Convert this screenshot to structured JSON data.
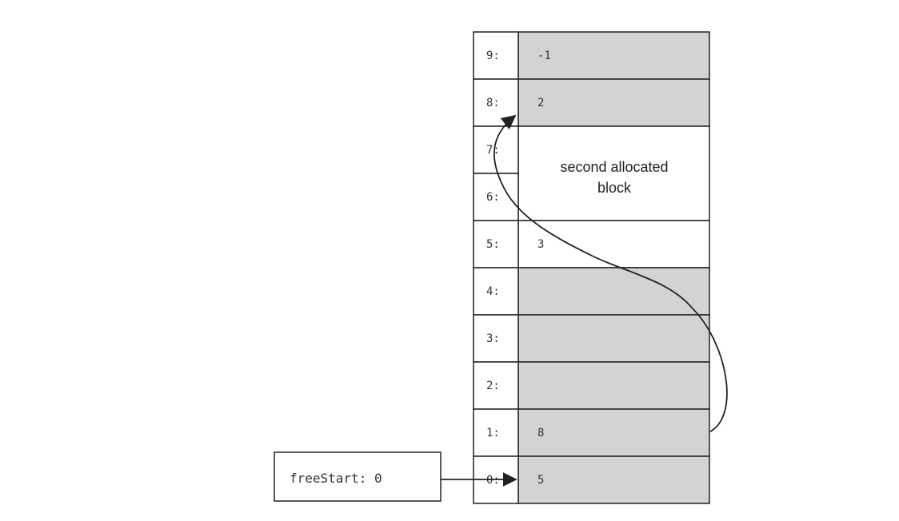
{
  "diagram": {
    "memory_rows": [
      {
        "index": "9:",
        "value": "-1",
        "shaded": true
      },
      {
        "index": "8:",
        "value": "2",
        "shaded": true
      },
      {
        "index": "7:",
        "value": "",
        "shaded": false
      },
      {
        "index": "6:",
        "value": "",
        "shaded": false
      },
      {
        "index": "5:",
        "value": "3",
        "shaded": false
      },
      {
        "index": "4:",
        "value": "",
        "shaded": true
      },
      {
        "index": "3:",
        "value": "",
        "shaded": true
      },
      {
        "index": "2:",
        "value": "",
        "shaded": true
      },
      {
        "index": "1:",
        "value": "8",
        "shaded": true
      },
      {
        "index": "0:",
        "value": "5",
        "shaded": true
      }
    ],
    "allocated_block_label": [
      "second allocated",
      "block"
    ],
    "free_start_label": "freeStart: 0",
    "colors": {
      "shaded_fill": "#d3d3d3",
      "unshaded_fill": "#ffffff",
      "stroke": "#222222",
      "text": "#333333"
    }
  }
}
